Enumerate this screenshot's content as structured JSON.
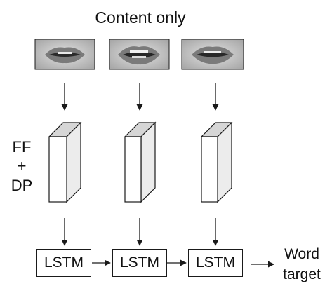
{
  "title": "Content only",
  "side_label": {
    "line1": "FF",
    "line2": "+",
    "line3": "DP"
  },
  "frames": [
    {
      "image": "lips-frame-1"
    },
    {
      "image": "lips-frame-2"
    },
    {
      "image": "lips-frame-3"
    }
  ],
  "lstm_cells": [
    {
      "label": "LSTM"
    },
    {
      "label": "LSTM"
    },
    {
      "label": "LSTM"
    }
  ],
  "output": {
    "line1": "Word",
    "line2": "target"
  },
  "colors": {
    "stroke": "#1a1a1a",
    "block_front": "#ffffff",
    "block_top": "#d6d6d6",
    "block_side": "#ececec",
    "lip_outer": "#6d6d6d",
    "lip_inner": "#2a2a2a",
    "skin_bg": "#bdbdbd"
  }
}
